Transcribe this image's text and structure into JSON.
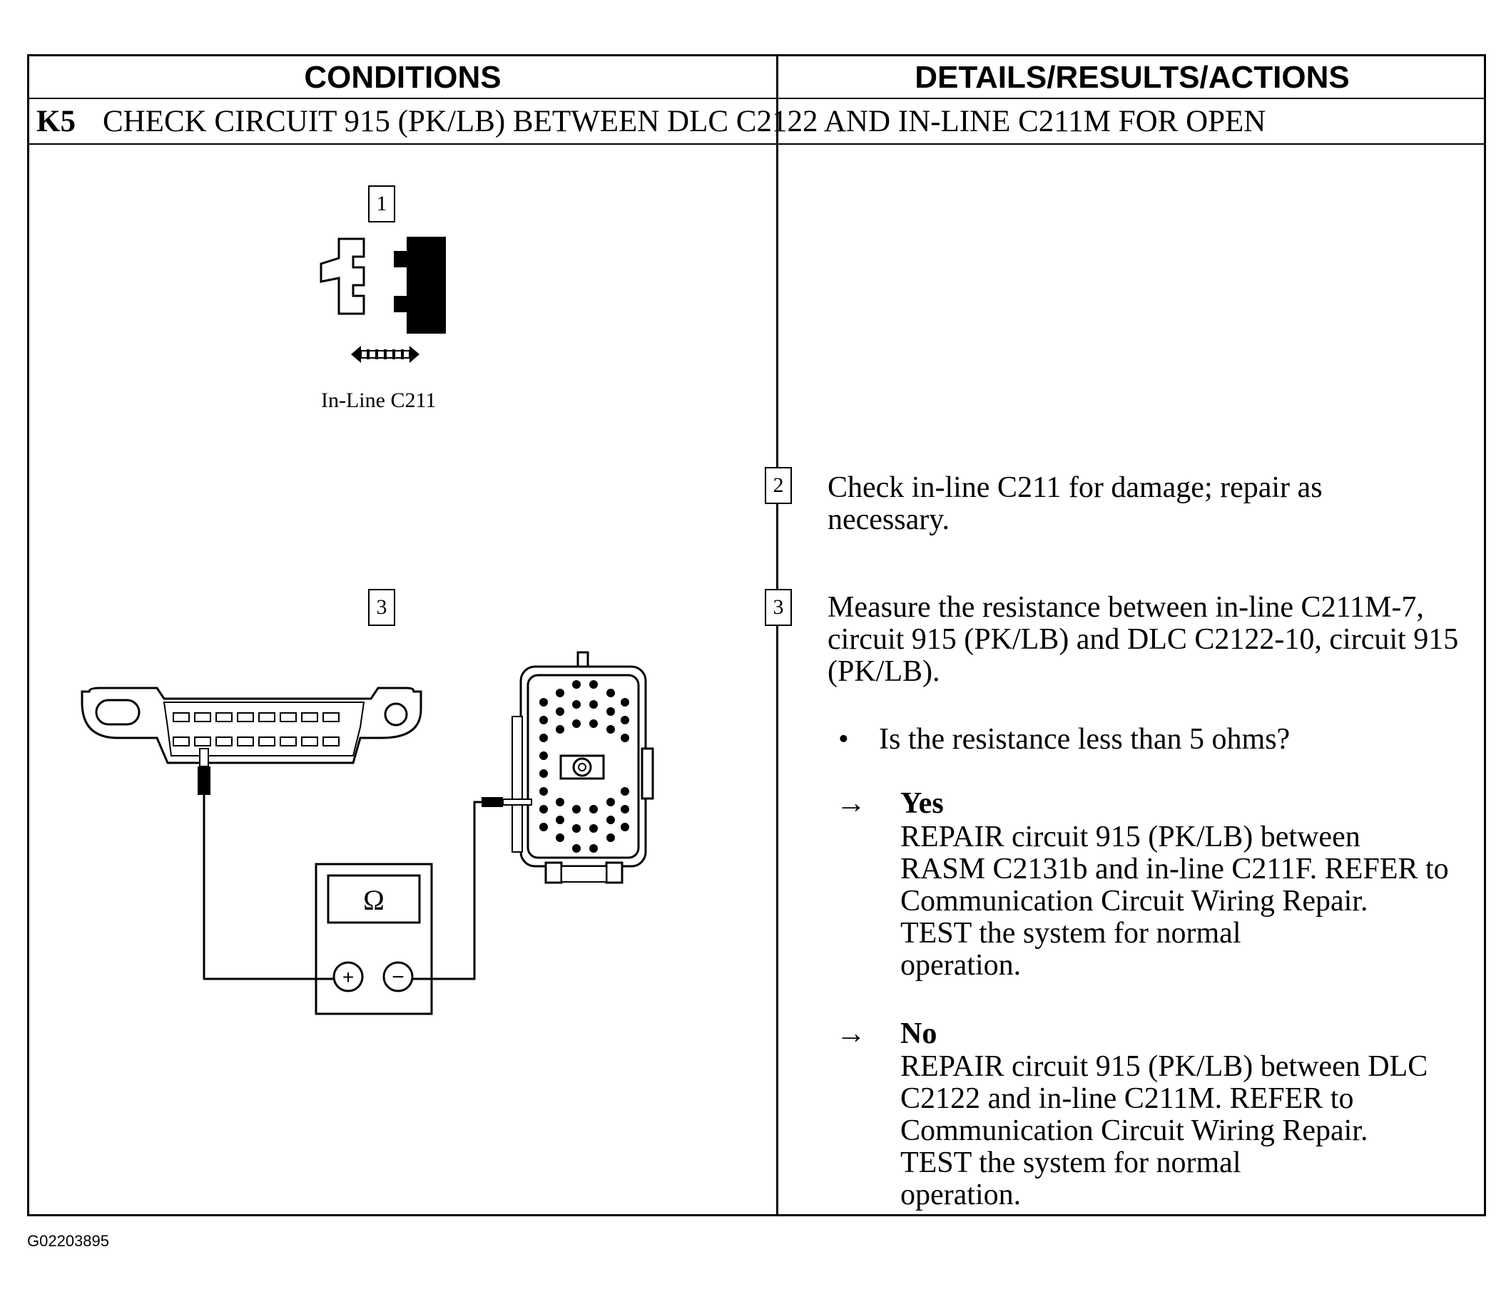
{
  "headers": {
    "conditions": "CONDITIONS",
    "details": "DETAILS/RESULTS/ACTIONS"
  },
  "step": {
    "code": "K5",
    "title": "CHECK CIRCUIT 915 (PK/LB) BETWEEN DLC C2122 AND IN-LINE C211M FOR OPEN"
  },
  "conditions": {
    "figure1": {
      "number": "1",
      "caption": "In-Line C211"
    },
    "figure3": {
      "number": "3",
      "meter_symbol": "Ω",
      "plus": "+",
      "minus": "−"
    }
  },
  "details": {
    "step2": {
      "number": "2",
      "text": "Check in-line C211 for damage; repair as necessary."
    },
    "step3": {
      "number": "3",
      "text": "Measure the resistance between in-line C211M-7, circuit 915 (PK/LB) and DLC C2122-10, circuit 915 (PK/LB).",
      "question": "Is the resistance less than 5 ohms?",
      "bullet": "•",
      "arrow": "→",
      "yes": {
        "label": "Yes",
        "lines": [
          "REPAIR circuit 915 (PK/LB) between",
          "RASM C2131b and in-line C211F. REFER to",
          "Communication Circuit Wiring Repair.",
          "TEST the system for normal",
          "operation."
        ]
      },
      "no": {
        "label": "No",
        "lines": [
          "REPAIR circuit 915 (PK/LB) between DLC",
          "C2122 and in-line C211M. REFER to",
          "Communication Circuit Wiring Repair.",
          "TEST the system for normal",
          "operation."
        ]
      }
    }
  },
  "figure_id": "G02203895"
}
